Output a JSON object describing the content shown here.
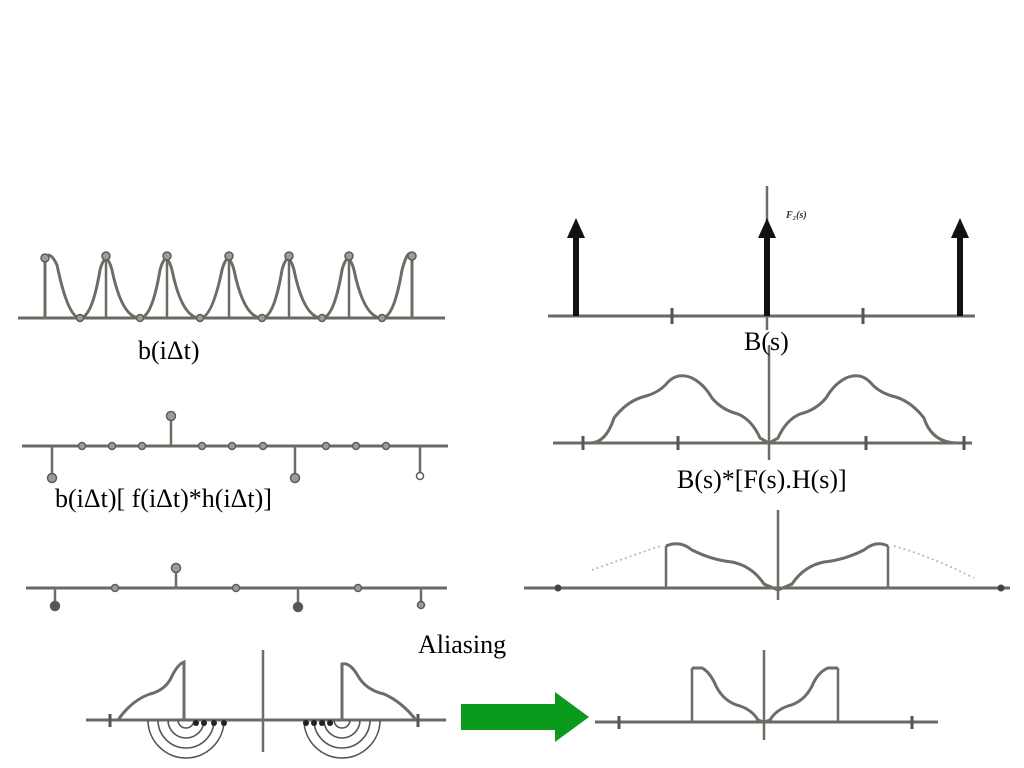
{
  "labels": {
    "b_sampled": "b(iΔt)",
    "B_spectrum": "B(s)",
    "product": "b(iΔt)[ f(iΔt)*h(iΔt)]",
    "convolved": "B(s)*[F(s).H(s)]",
    "aliasing": "Aliasing",
    "spike_annotation": "F₂(s)"
  },
  "icons": {
    "arrow": "right-arrow-icon"
  },
  "colors": {
    "arrow": "#0a9a1c",
    "curve": "#6b6d66",
    "spike": "#111111"
  }
}
